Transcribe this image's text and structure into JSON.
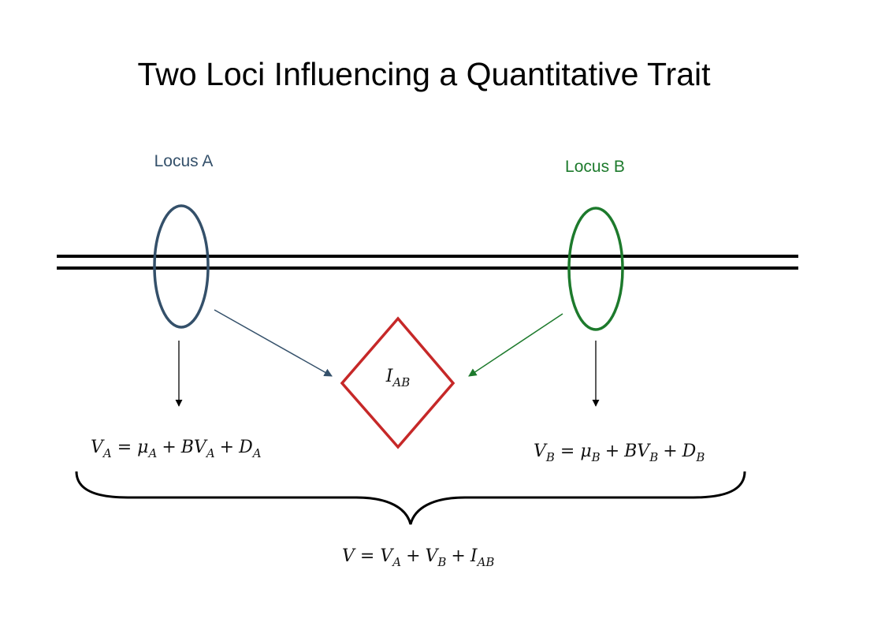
{
  "title": "Two Loci Influencing a Quantitative Trait",
  "colors": {
    "locus_a": "#34506a",
    "locus_b": "#1d7a2c",
    "interaction": "#c62828",
    "chromosome": "#000000"
  },
  "locus_a": {
    "label": "Locus A"
  },
  "locus_b": {
    "label": "Locus B"
  },
  "interaction": {
    "symbol": "I",
    "subscript": "AB"
  },
  "equations": {
    "locus_a": {
      "lhs": "V",
      "lhs_sub": "A",
      "t1": "μ",
      "t1_sub": "A",
      "t2": "BV",
      "t2_sub": "A",
      "t3": "D",
      "t3_sub": "A"
    },
    "locus_b": {
      "lhs": "V",
      "lhs_sub": "B",
      "t1": "μ",
      "t1_sub": "B",
      "t2": "BV",
      "t2_sub": "B",
      "t3": "D",
      "t3_sub": "B"
    },
    "total": {
      "lhs": "V",
      "t1": "V",
      "t1_sub": "A",
      "t2": "V",
      "t2_sub": "B",
      "t3": "I",
      "t3_sub": "AB"
    },
    "eq_sign": "=",
    "plus_sign": "+"
  }
}
